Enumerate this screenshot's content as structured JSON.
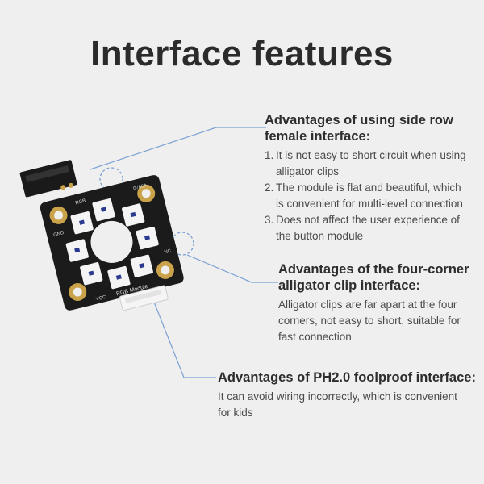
{
  "title": "Interface features",
  "features": {
    "side_row": {
      "heading_line1": "Advantages of using side row",
      "heading_line2": "female interface:",
      "items": [
        {
          "num": "1.",
          "line1": "It is not easy to short circuit when using",
          "line2": "alligator clips"
        },
        {
          "num": "2.",
          "line1": "The module is flat and beautiful, which",
          "line2": "is convenient for multi-level connection"
        },
        {
          "num": "3.",
          "line1": "Does not affect the user experience of",
          "line2": "the button module"
        }
      ]
    },
    "four_corner": {
      "heading_line1": "Advantages of the four-corner",
      "heading_line2": "alligator clip interface:",
      "body_line1": "Alligator clips are far apart at the four",
      "body_line2": "corners, not easy to short, suitable for",
      "body_line3": "fast connection"
    },
    "ph20": {
      "heading": "Advantages of PH2.0 foolproof interface:",
      "body_line1": "It can avoid wiring incorrectly, which is convenient",
      "body_line2": "for kids"
    }
  },
  "board": {
    "silkscreen_module": "RGB Module",
    "silkscreen_code": "0786A",
    "pin_gnd": "GND",
    "pin_vcc": "VCC",
    "pin_rgb": "RGB",
    "pin_nc": "NC"
  },
  "colors": {
    "background": "#efefef",
    "callout_line": "#7aa0d4",
    "pcb": "#1b1b1b",
    "pad_gold": "#c9a24a"
  }
}
